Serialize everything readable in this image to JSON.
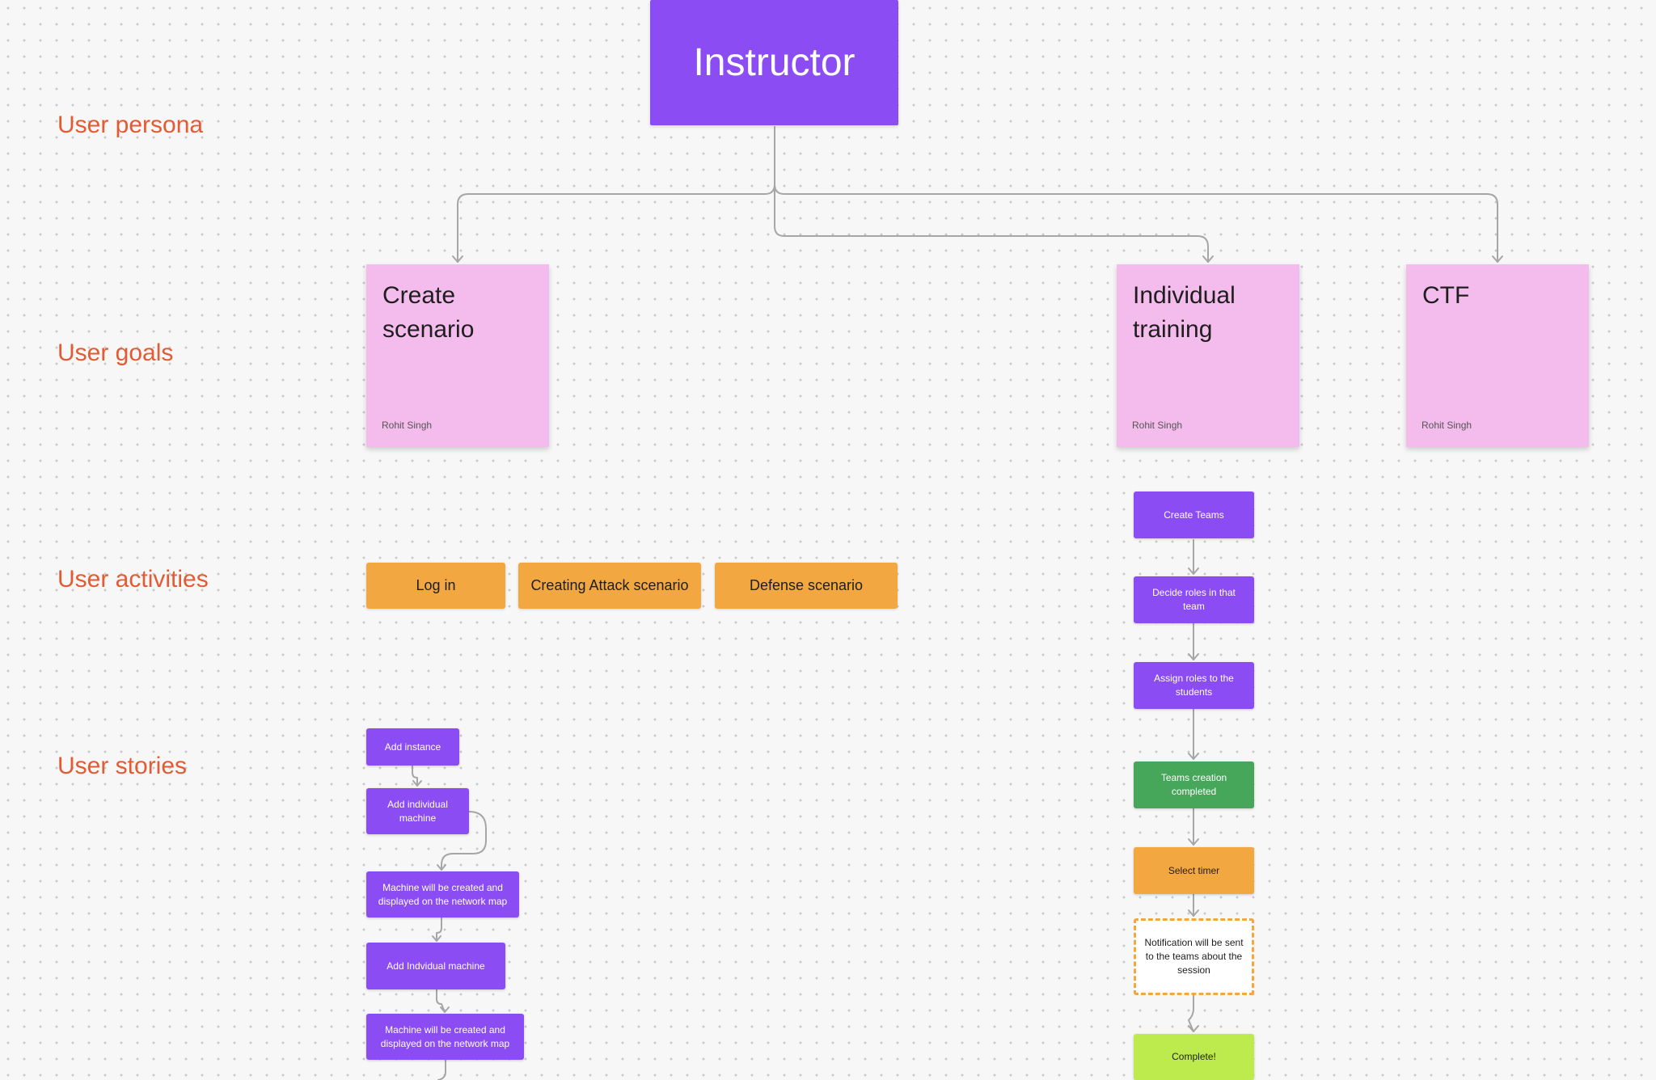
{
  "row_labels": {
    "persona": "User persona",
    "goals": "User goals",
    "activities": "User activities",
    "stories": "User stories"
  },
  "persona": {
    "label": "Instructor"
  },
  "goals": [
    {
      "title": "Create scenario",
      "author": "Rohit Singh"
    },
    {
      "title": "Individual training",
      "author": "Rohit Singh"
    },
    {
      "title": "CTF",
      "author": "Rohit Singh"
    }
  ],
  "activities": [
    "Log in",
    "Creating Attack scenario",
    "Defense scenario"
  ],
  "stories_left": [
    "Add instance",
    "Add individual machine",
    "Machine will be created and displayed on the network map",
    "Add Indvidual machine",
    "Machine will be created and displayed on the network map"
  ],
  "stories_right": [
    "Create Teams",
    "Decide roles in that team",
    "Assign roles to the students",
    "Teams creation completed",
    "Select timer",
    "Notification will be sent to the teams about the session",
    "Complete!"
  ],
  "colors": {
    "persona": "#8b4cf4",
    "sticky": "#f4bcec",
    "activity": "#f3a741",
    "story_purple": "#8b4cf4",
    "story_green": "#46a659",
    "story_orange": "#f3a741",
    "story_lime": "#bdeb4d",
    "row_label": "#e35a33",
    "connector": "#a6a6a6"
  }
}
